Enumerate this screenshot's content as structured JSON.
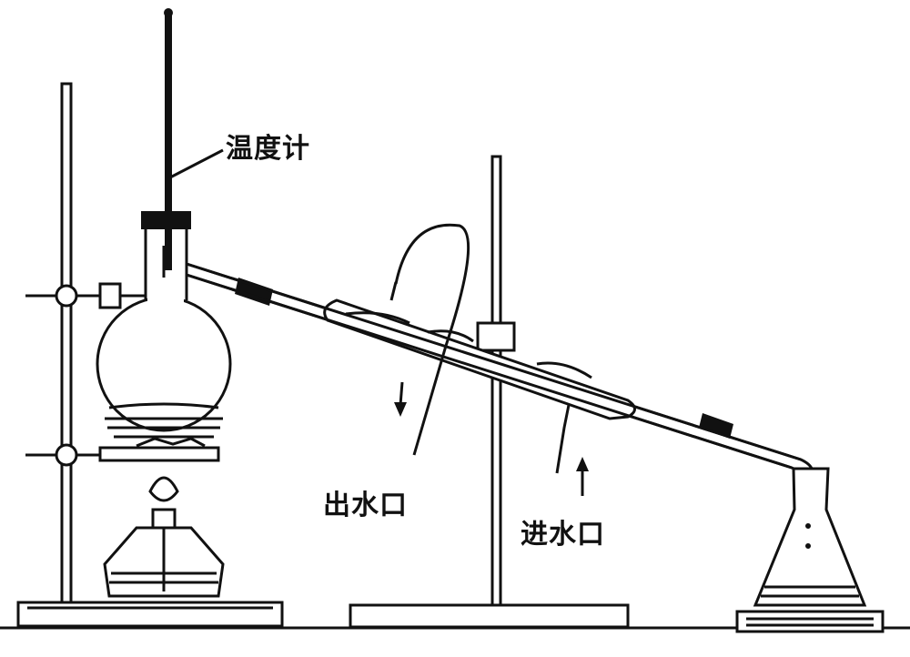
{
  "labels": {
    "thermometer": "温度计",
    "water_outlet": "出水口",
    "water_inlet": "进水口"
  },
  "colors": {
    "ink": "#111111",
    "background": "#ffffff"
  }
}
